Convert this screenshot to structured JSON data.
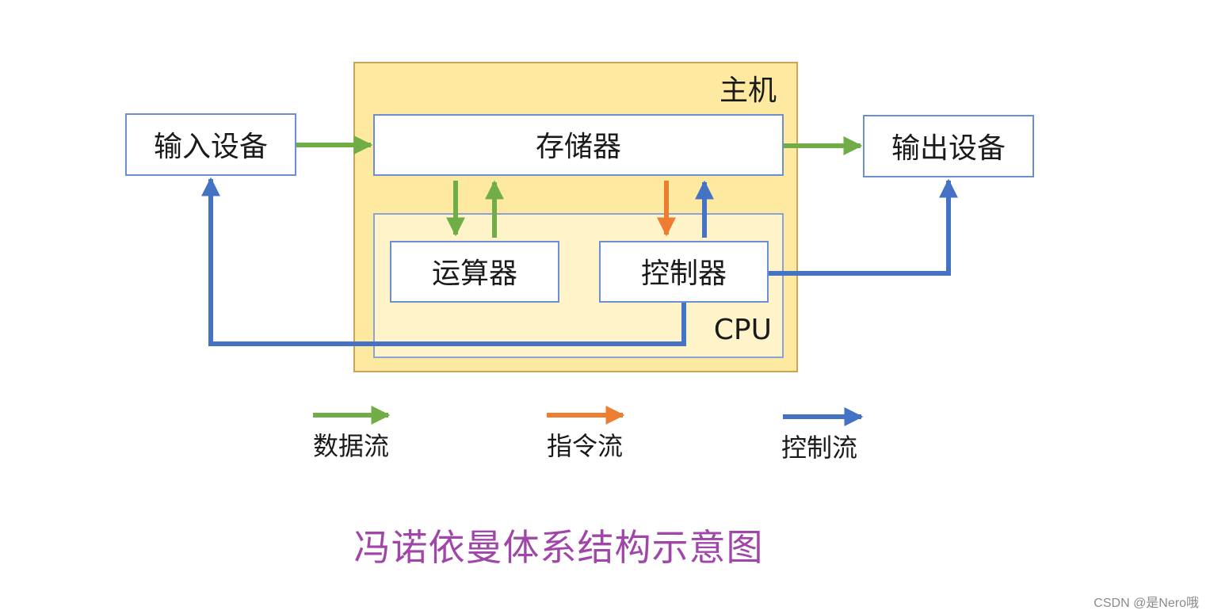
{
  "diagram": {
    "host_label": "主机",
    "cpu_label": "CPU",
    "memory_label": "存储器",
    "input_label": "输入设备",
    "output_label": "输出设备",
    "alu_label": "运算器",
    "controller_label": "控制器"
  },
  "legend": {
    "data_flow": "数据流",
    "instruction_flow": "指令流",
    "control_flow": "控制流"
  },
  "caption": "冯诺依曼体系结构示意图",
  "watermark": "CSDN @是Nero哦",
  "colors": {
    "host_fill": "#fde9a0",
    "cpu_fill": "#fef3c9",
    "box_border": "#4472c4",
    "data_flow": "#70ad47",
    "instruction_flow": "#ed7d31",
    "control_flow": "#4472c4",
    "caption": "#a046a8"
  }
}
